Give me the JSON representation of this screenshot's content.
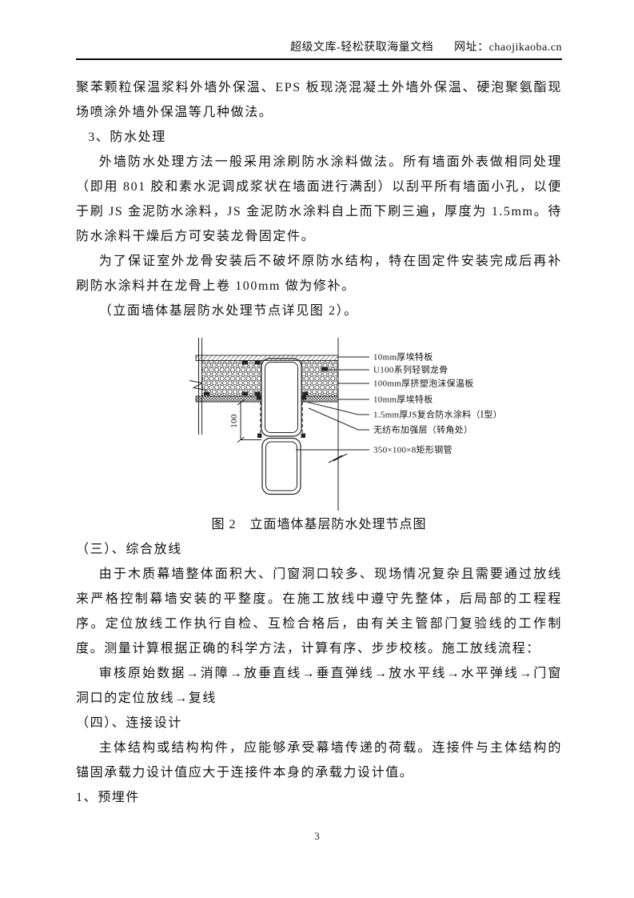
{
  "header": {
    "site_name": "超级文库-轻松获取海量文档",
    "url_label": "网址：chaojikaoba.cn"
  },
  "content": {
    "p_intro": "聚苯颗粒保温浆料外墙外保温、EPS 板现浇混凝土外墙外保温、硬泡聚氨酯现场喷涂外墙外保温等几种做法。",
    "h_waterproof": "3、防水处理",
    "p_waterproof_1": "外墙防水处理方法一般采用涂刷防水涂料做法。所有墙面外表做相同处理（即用 801 胶和素水泥调成浆状在墙面进行满刮）以刮平所有墙面小孔，以便于刷 JS 金泥防水涂料，JS 金泥防水涂料自上而下刷三遍，厚度为 1.5mm。待防水涂料干燥后方可安装龙骨固定件。",
    "p_waterproof_2": "为了保证室外龙骨安装后不破坏原防水结构，特在固定件安装完成后再补刷防水涂料并在龙骨上卷 100mm 做为修补。",
    "p_figure_ref": "（立面墙体基层防水处理节点详见图 2）。",
    "figure": {
      "caption": "图 2　立面墙体基层防水处理节点图",
      "dimension_label": "100",
      "labels": [
        "10mm厚埃特板",
        "U100系列轻钢龙骨",
        "100mm厚挤塑泡沫保温板",
        "10mm厚埃特板",
        "1.5mm厚JS复合防水涂料（Ⅰ型）",
        "无纺布加强层（转角处）",
        "350×100×8矩形钢管"
      ]
    },
    "h_setting_out": "（三）、综合放线",
    "p_setting_out_1": "由于木质幕墙整体面积大、门窗洞口较多、现场情况复杂且需要通过放线来严格控制幕墙安装的平整度。在施工放线中遵守先整体，后局部的工程程序。定位放线工作执行自检、互检合格后，由有关主管部门复验线的工作制度。测量计算根据正确的科学方法，计算有序、步步校核。施工放线流程：",
    "p_setting_out_2": "审核原始数据→消障→放垂直线→垂直弹线→放水平线→水平弹线→门窗洞口的定位放线→复线",
    "h_connection": "（四）、连接设计",
    "p_connection_1": "主体结构或结构构件，应能够承受幕墙传递的荷载。连接件与主体结构的锚固承载力设计值应大于连接件本身的承载力设计值。",
    "h_embedded": "1、预埋件"
  },
  "footer": {
    "page_number": "3"
  }
}
